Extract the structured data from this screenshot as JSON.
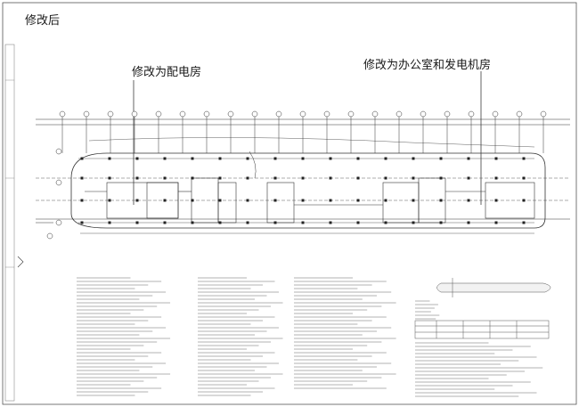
{
  "annotations": {
    "top_left": "修改后",
    "electrical_room": "修改为配电房",
    "office_generator": "修改为办公室和发电机房"
  },
  "colors": {
    "background": "#ffffff",
    "line": "#333333",
    "annotation_text": "#1a1a1a"
  }
}
